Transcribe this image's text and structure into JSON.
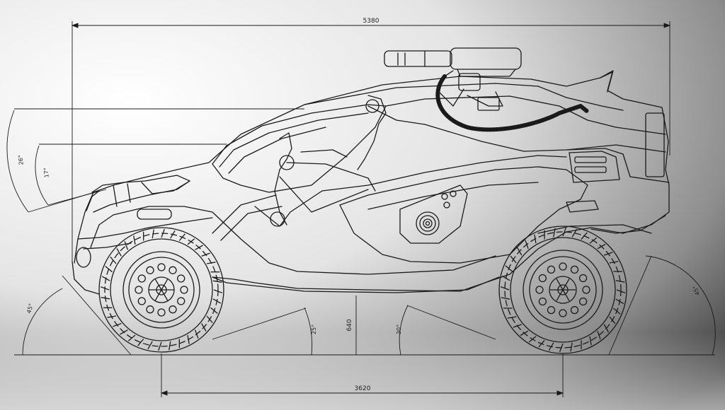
{
  "dimensions": {
    "overall_length": "5380",
    "wheelbase": "3620",
    "ground_clearance": "640",
    "approach_angle": "45°",
    "ramp_angle_front": "25°",
    "ramp_angle_rear": "30°",
    "departure_angle": "45°",
    "windshield_angle": "26°",
    "hood_angle": "17°"
  },
  "colors": {
    "background_light": "#ffffff",
    "background_dark": "#3a3a3a",
    "line": "#1a1a1a"
  },
  "icons": [
    "vehicle-body-outline",
    "front-wheel",
    "rear-wheel",
    "roof-turret"
  ]
}
